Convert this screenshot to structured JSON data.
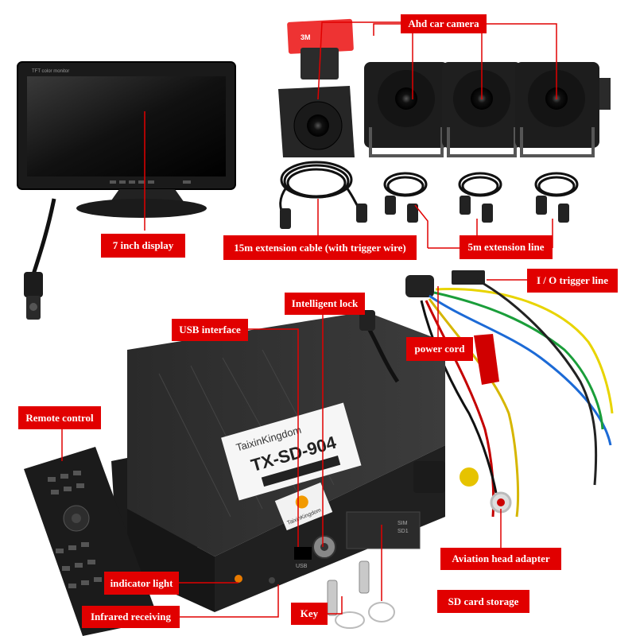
{
  "labels": {
    "ahd_car_camera": "Ahd car camera",
    "display_7inch": "7 inch display",
    "extension_cable_15m": "15m extension cable (with trigger wire)",
    "extension_line_5m": "5m extension line",
    "io_trigger_line": "I / O trigger line",
    "intelligent_lock": "Intelligent lock",
    "usb_interface": "USB interface",
    "power_cord": "power cord",
    "remote_control": "Remote control",
    "indicator_light": "indicator light",
    "aviation_head_adapter": "Aviation head adapter",
    "infrared_receiving": "Infrared receiving",
    "sd_card_storage": "SD card storage",
    "key": "Key"
  },
  "product_text": {
    "monitor_brand": "TFT color monitor",
    "dvr_brand": "TaixinKingdom",
    "dvr_model": "TX-SD-904",
    "sticker_brand": "TaixinKingdom",
    "sticker_3m": "3M",
    "usb_port": "USB",
    "sim_slot": "SIM",
    "sd_slot": "SD1"
  },
  "colors": {
    "label_bg": "#e10000",
    "label_text": "#ffffff",
    "product_black": "#1b1b1b"
  }
}
